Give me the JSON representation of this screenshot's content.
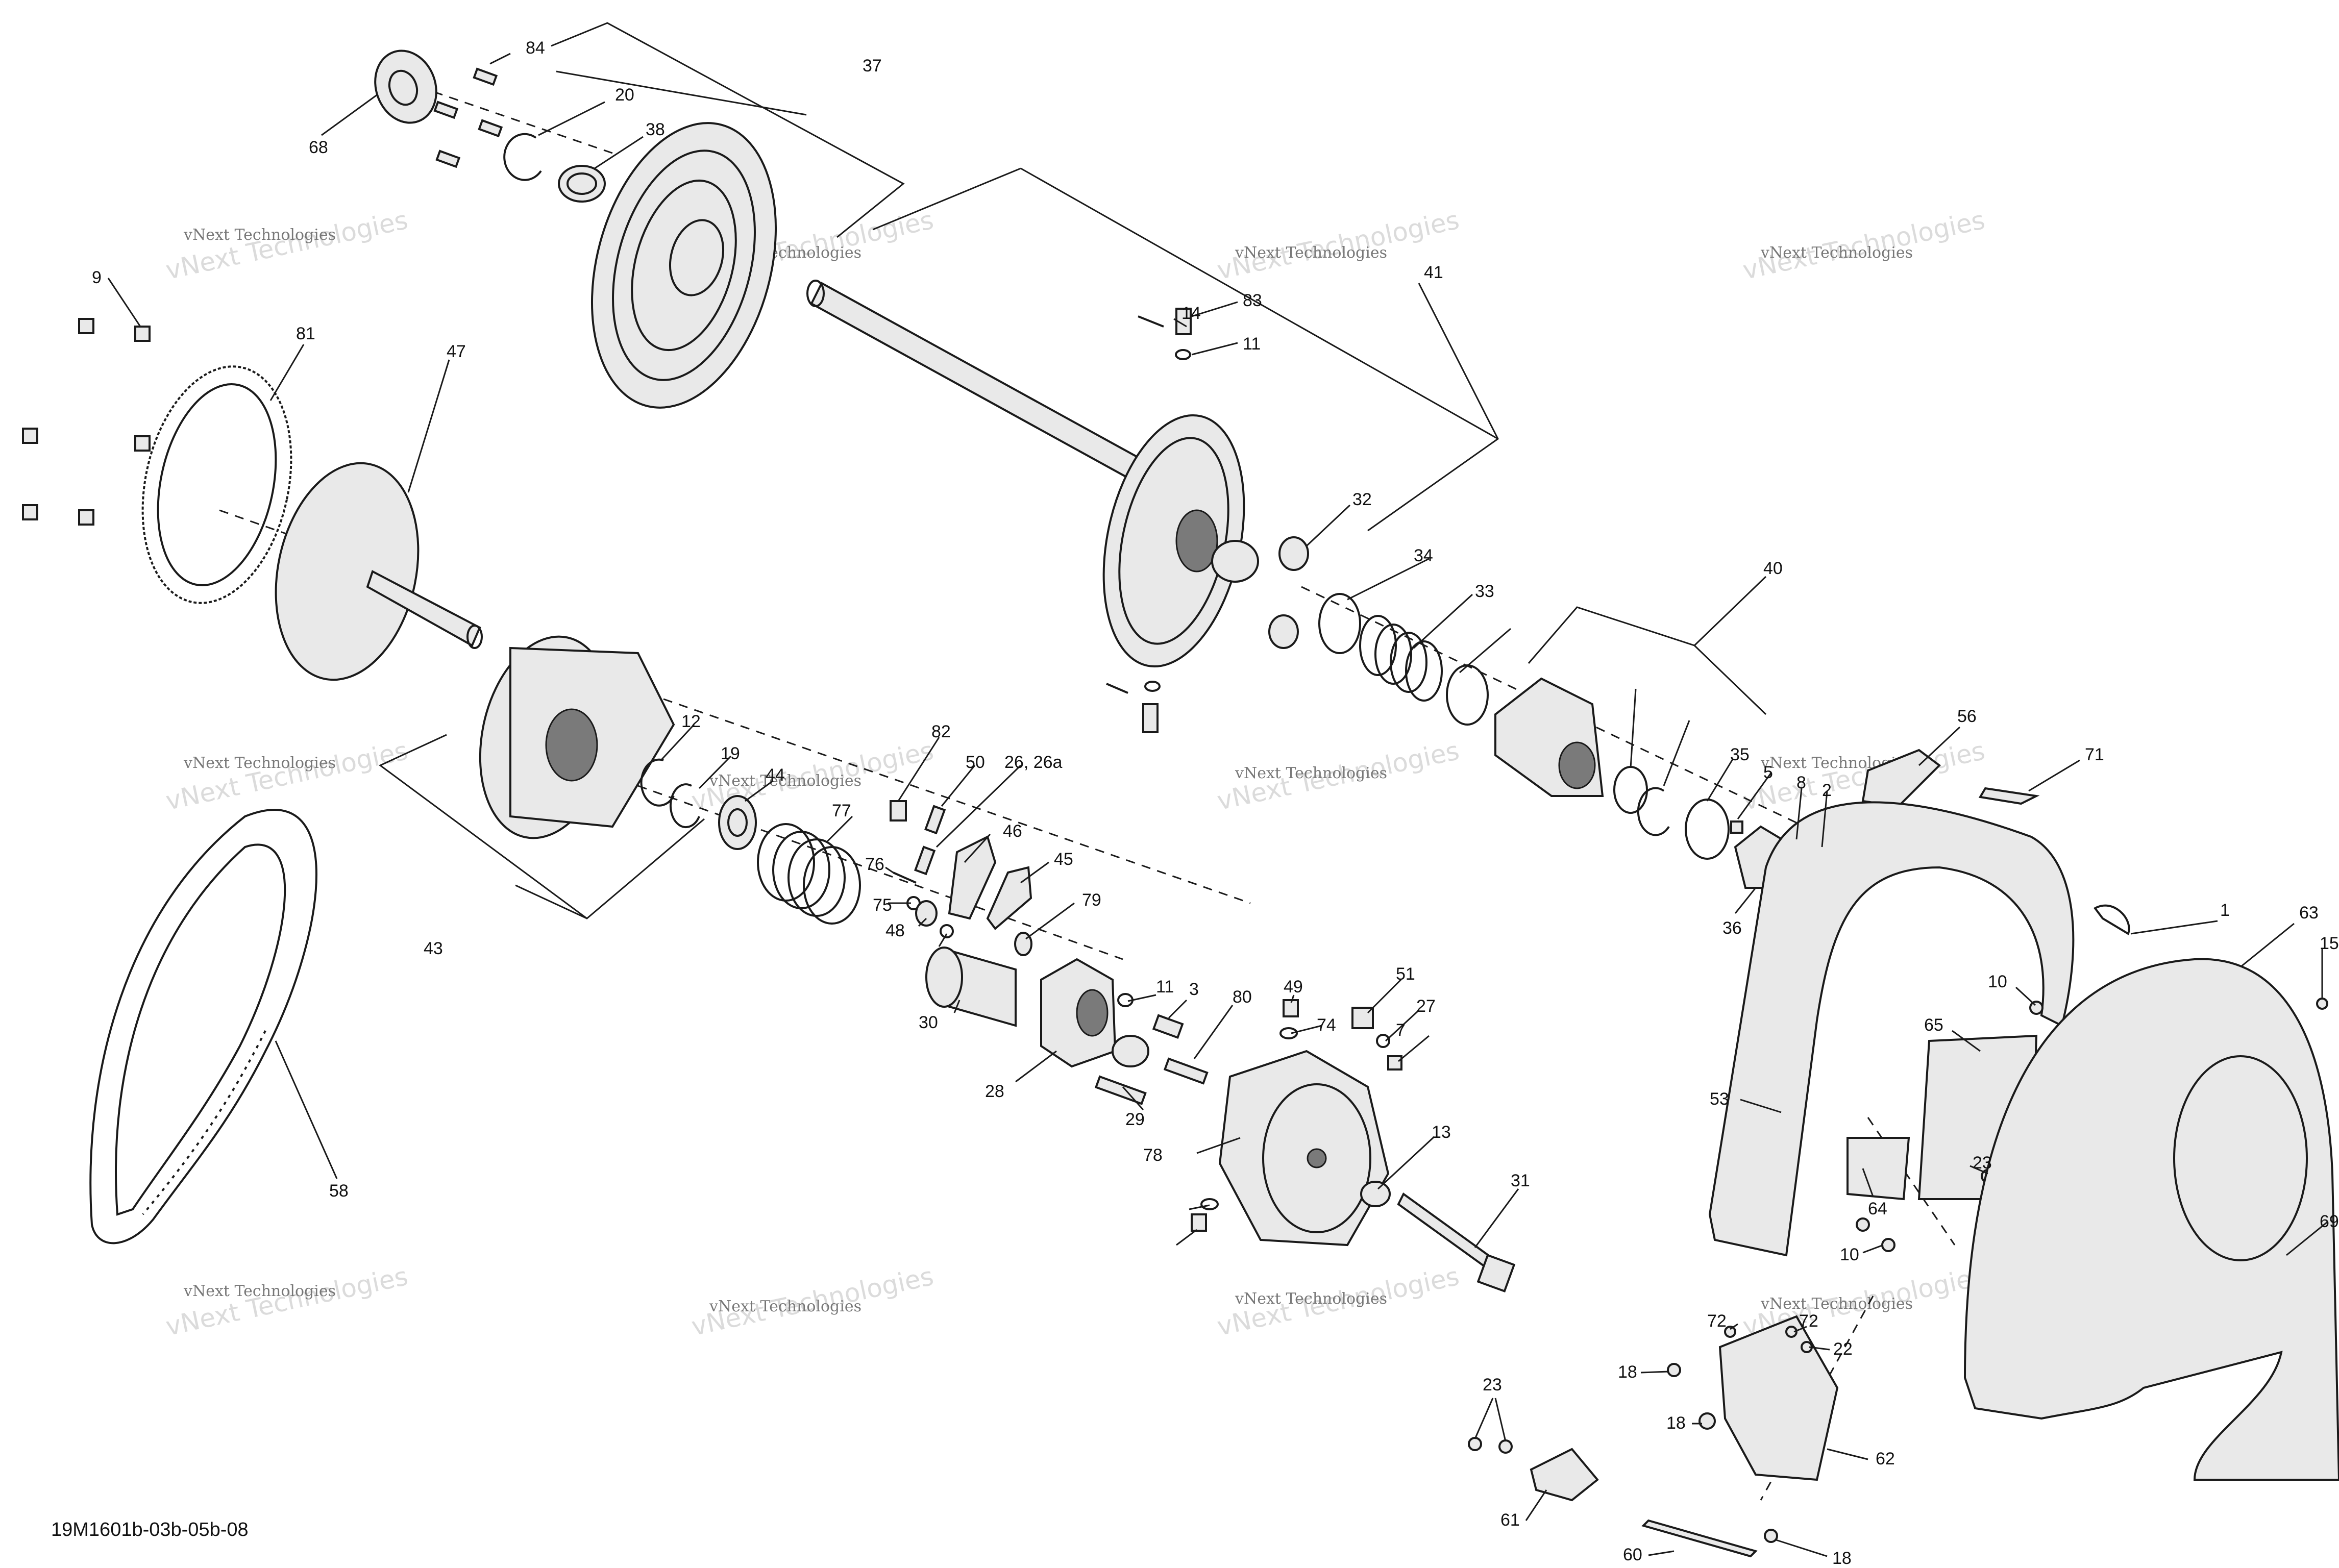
{
  "drawing_code": "19M1601b-03b-05b-08",
  "watermark": {
    "line1": "vNext Technologies",
    "line2": "vNext Technologies",
    "shadow_top": "vNext"
  },
  "callouts": [
    "84",
    "68",
    "20",
    "38",
    "37",
    "9",
    "81",
    "47",
    "14",
    "83",
    "11",
    "41",
    "32",
    "34",
    "33",
    "40",
    "12",
    "19",
    "44",
    "82",
    "50",
    "26, 26a",
    "77",
    "76",
    "75",
    "48",
    "46",
    "45",
    "79",
    "30",
    "43",
    "58",
    "28",
    "29",
    "11",
    "3",
    "80",
    "49",
    "74",
    "51",
    "27",
    "7",
    "78",
    "13",
    "31",
    "35",
    "5",
    "8",
    "2",
    "36",
    "56",
    "71",
    "1",
    "63",
    "15",
    "10",
    "65",
    "53",
    "23",
    "64",
    "69",
    "72",
    "22",
    "18",
    "62",
    "61",
    "60"
  ],
  "colors": {
    "line": "#1a1a1a",
    "watermark_text": "#777777",
    "watermark_shadow": "#c9c9c9",
    "part_fill": "#e9e9e9"
  }
}
